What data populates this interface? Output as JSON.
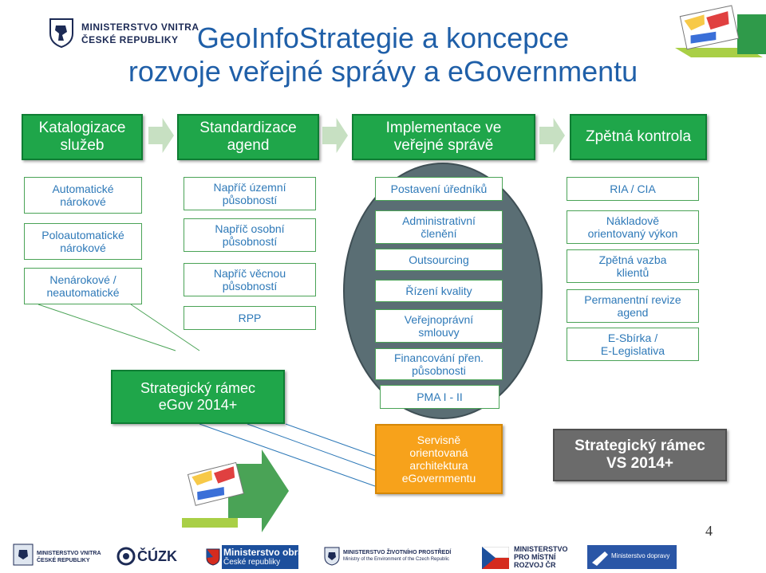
{
  "ministry_logo": {
    "line1": "MINISTERSTVO VNITRA",
    "line2": "ČESKÉ REPUBLIKY"
  },
  "title": {
    "line1": "GeoInfoStrategie a koncepce",
    "line2": "rozvoje veřejné správy a eGovernmentu"
  },
  "phases": [
    "Katalogizace\nslužeb",
    "Standardizace\nagend",
    "Implementace ve\nveřejné správě",
    "Zpětná kontrola"
  ],
  "column1": [
    "Automatické\nnárokové",
    "Poloautomatické\nnárokové",
    "Nenárokové /\nneautomatické"
  ],
  "column2": [
    "Napříč územní\npůsobností",
    "Napříč osobní\npůsobností",
    "Napříč věcnou\npůsobností",
    "RPP"
  ],
  "column3": [
    "Postavení úředníků",
    "Administrativní\nčlenění",
    "Outsourcing",
    "Řízení kvality",
    "Veřejnoprávní\nsmlouvy",
    "Financování přen.\npůsobnosti",
    "PMA I - II"
  ],
  "column4": [
    "RIA / CIA",
    "Nákladově\norientovaný výkon",
    "Zpětná vazba\nklientů",
    "Permanentní revize\nagend",
    "E-Sbírka /\nE-Legislativa"
  ],
  "strategic_egov": "Strategický rámec\neGov 2014+",
  "soa": "Servisně\norientovaná\narchitektura\neGovernmentu",
  "strategic_vs": "Strategický rámec\nVS 2014+",
  "page_number": "4",
  "footer": {
    "mv_line1": "MINISTERSTVO VNITRA",
    "mv_line2": "ČESKÉ REPUBLIKY",
    "cuzk": "ČÚZK",
    "mo_line1": "Ministerstvo obrany",
    "mo_line2": "České republiky",
    "mzp_line1": "MINISTERSTVO ŽIVOTNÍHO PROSTŘEDÍ",
    "mzp_line2": "Ministry of the Environment of the Czech Republic",
    "mmr_line1": "MINISTERSTVO",
    "mmr_line2": "PRO MÍSTNÍ",
    "mmr_line3": "ROZVOJ ČR",
    "md": "Ministerstvo dopravy"
  },
  "colors": {
    "green": "#1fa64a",
    "title_blue": "#1f5fa8",
    "cell_text": "#2e79b8",
    "orange": "#f7a21b",
    "gray": "#6b6b6b",
    "ellipse": "#5a6e74"
  }
}
